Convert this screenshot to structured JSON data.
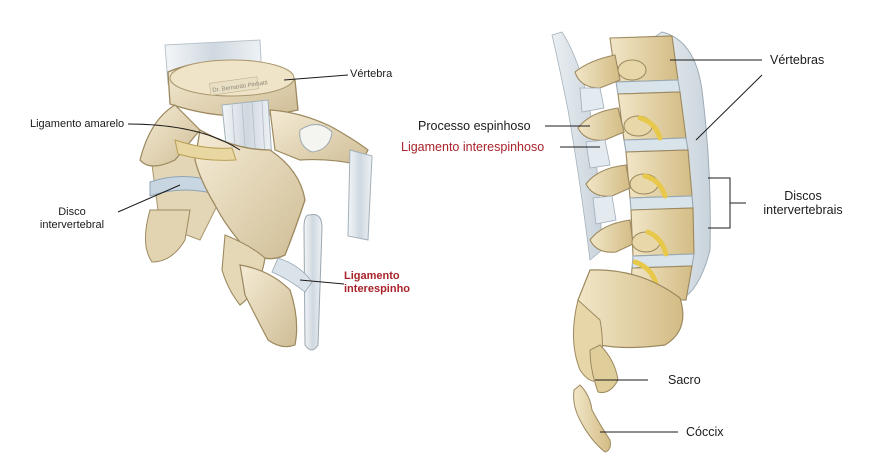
{
  "left_figure": {
    "labels": {
      "vertebra": "Vértebra",
      "ligamento_amarelo": "Ligamento amarelo",
      "disco_line1": "Disco",
      "disco_line2": "intervertebral",
      "interespinhoso_line1": "Ligamento",
      "interespinhoso_line2": "interespinho"
    },
    "stamp": "Dr. Bernardo Pinhatti"
  },
  "right_figure": {
    "labels": {
      "processo_espinhoso": "Processo espinhoso",
      "ligamento_interespinhoso": "Ligamento interespinhoso",
      "vertebras": "Vértebras",
      "discos_line1": "Discos",
      "discos_line2": "intervertebrais",
      "sacro": "Sacro",
      "coccix": "Cóccix"
    }
  },
  "colors": {
    "bone": "#ece1c6",
    "bone_shade": "#cdbb93",
    "ligament": "#dfe7ee",
    "ligament_yellow": "#e7c84a",
    "accent_red": "#a8232a",
    "leader": "#1b1b1b"
  }
}
